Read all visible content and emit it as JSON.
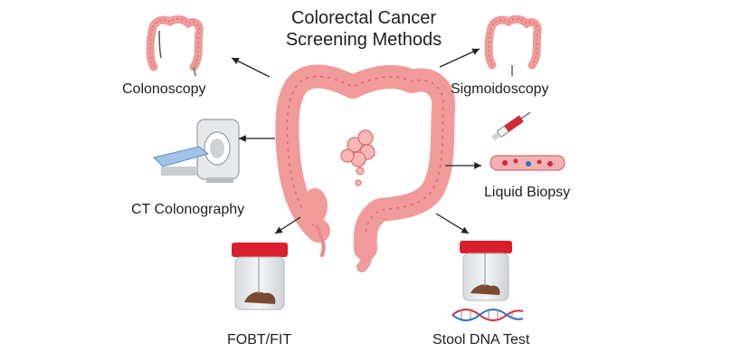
{
  "title": "Colorectal Cancer Screening Methods",
  "title_line1": "Colorectal Cancer",
  "title_line2": "Screening Methods",
  "methods": [
    {
      "label": "Colonoscopy",
      "icon": "colon-icon"
    },
    {
      "label": "Sigmoidoscopy",
      "icon": "colon-icon"
    },
    {
      "label": "CT Colonography",
      "icon": "ct-scanner-icon"
    },
    {
      "label": "Liquid Biopsy",
      "icon": "blood-vessel-syringe-icon"
    },
    {
      "label": "FOBT/FIT",
      "icon": "stool-sample-jar-icon"
    },
    {
      "label": "Stool DNA Test",
      "icon": "stool-sample-jar-dna-icon"
    }
  ],
  "center_icon": "large-intestine-with-tumor-icon",
  "colors": {
    "intestine": "#f09a9a",
    "intestine_dark": "#d86a70",
    "tumor": "#f7b7b7",
    "jar_lid": "#d91f2b",
    "jar_glass": "#e8eaec",
    "stool": "#7a4a33",
    "dna_red": "#d6283a",
    "dna_blue": "#2d6fc4",
    "arrow": "#222222"
  }
}
